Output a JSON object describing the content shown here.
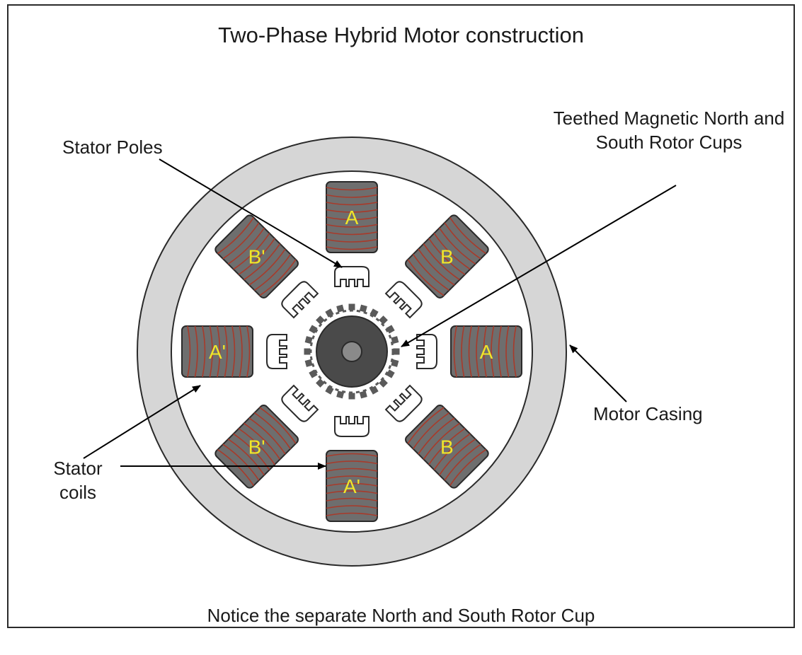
{
  "title": "Two-Phase Hybrid Motor construction",
  "footer": "Notice the separate North and South Rotor Cup",
  "callouts": {
    "stator_poles": "Stator Poles",
    "rotor_cups": "Teethed Magnetic North and South Rotor Cups",
    "motor_casing": "Motor Casing",
    "stator_coils": "Stator coils"
  },
  "coils": [
    {
      "id": "top",
      "label": "A"
    },
    {
      "id": "top-right",
      "label": "B"
    },
    {
      "id": "right",
      "label": "A"
    },
    {
      "id": "bottom-right",
      "label": "B"
    },
    {
      "id": "bottom",
      "label": "A'"
    },
    {
      "id": "bottom-left",
      "label": "B'"
    },
    {
      "id": "left",
      "label": "A'"
    },
    {
      "id": "top-left",
      "label": "B'"
    }
  ],
  "colors": {
    "casing": "#d6d6d6",
    "coil_core": "#6e6e6e",
    "winding": "#a83a2a",
    "rotor": "#4a4a4a",
    "coil_label": "#f0e62a",
    "outline": "#2a2a2a"
  }
}
